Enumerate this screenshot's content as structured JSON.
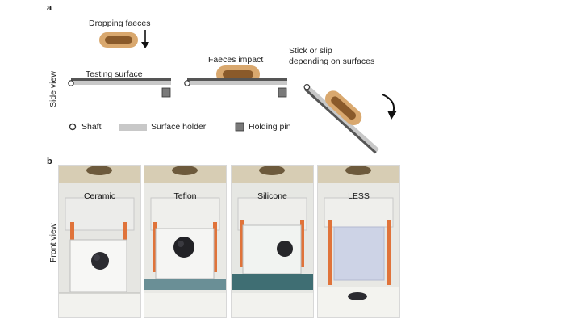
{
  "panel_a": {
    "letter": "a",
    "side_label": "Side view",
    "dropping_label": "Dropping faeces",
    "testing_surface_label": "Testing surface",
    "impact_label": "Faeces impact",
    "stick_label_line1": "Stick or slip",
    "stick_label_line2": "depending on surfaces",
    "legend": {
      "shaft": "Shaft",
      "surface_holder": "Surface holder",
      "holding_pin": "Holding pin"
    }
  },
  "panel_b": {
    "letter": "b",
    "front_label": "Front view",
    "photos": [
      {
        "label": "Ceramic"
      },
      {
        "label": "Teflon"
      },
      {
        "label": "Silicone"
      },
      {
        "label": "LESS"
      }
    ]
  },
  "colors": {
    "faeces_fill": "#8a5a2a",
    "faeces_halo": "#d9a86e",
    "holder_gray": "#c8c8c8",
    "pin_gray": "#7a7a7a",
    "orange_clip": "#e0733a"
  }
}
